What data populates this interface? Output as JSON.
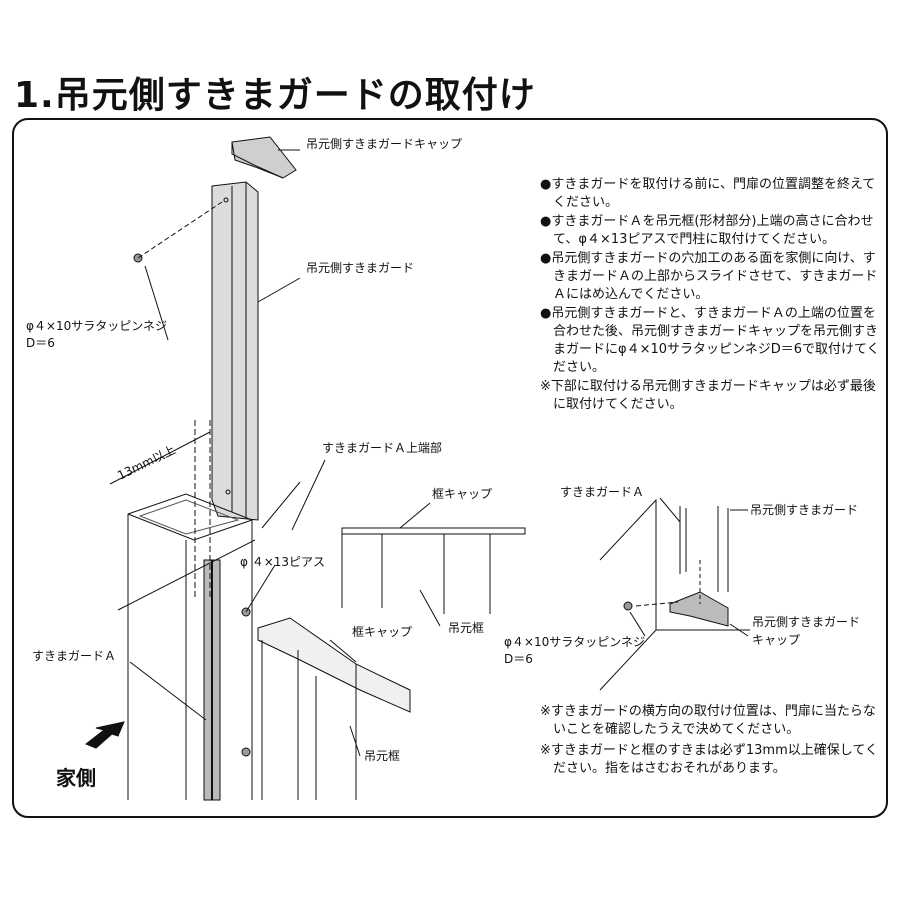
{
  "title": "1.吊元側すきまガードの取付け",
  "labels": {
    "cap_top": "吊元側すきまガードキャップ",
    "guard": "吊元側すきまガード",
    "screw1_line1": "φ４×10サラタッピンネジ",
    "screw1_line2": "D＝6",
    "gap": "13mm以上",
    "guardA_top": "すきまガードＡ上端部",
    "frame_cap1": "框キャップ",
    "pierce": "φ ４×13ピアス",
    "guardA": "すきまガードＡ",
    "frame_cap2": "框キャップ",
    "hanging_frame1": "吊元框",
    "hanging_frame2": "吊元框",
    "house_side": "家側",
    "detail_guardA": "すきまガードＡ",
    "detail_guard": "吊元側すきまガード",
    "detail_cap_line1": "吊元側すきまガード",
    "detail_cap_line2": "キャップ",
    "detail_screw_line1": "φ４×10サラタッピンネジ",
    "detail_screw_line2": "D＝6"
  },
  "notes": [
    "●すきまガードを取付ける前に、門扉の位置調整を終えてください。",
    "●すきまガードＡを吊元框(形材部分)上端の高さに合わせて、φ４×13ピアスで門柱に取付けてください。",
    "●吊元側すきまガードの穴加工のある面を家側に向け、すきまガードＡの上部からスライドさせて、すきまガードＡにはめ込んでください。",
    "●吊元側すきまガードと、すきまガードＡの上端の位置を合わせた後、吊元側すきまガードキャップを吊元側すきまガードにφ４×10サラタッピンネジD＝6で取付けてください。",
    "※下部に取付ける吊元側すきまガードキャップは必ず最後に取付けてください。"
  ],
  "notes_bottom": [
    "※すきまガードの横方向の取付け位置は、門扉に当たらないことを確認したうえで決めてください。",
    "※すきまガードと框のすきまは必ず13mm以上確保してください。指をはさむおそれがあります。"
  ]
}
